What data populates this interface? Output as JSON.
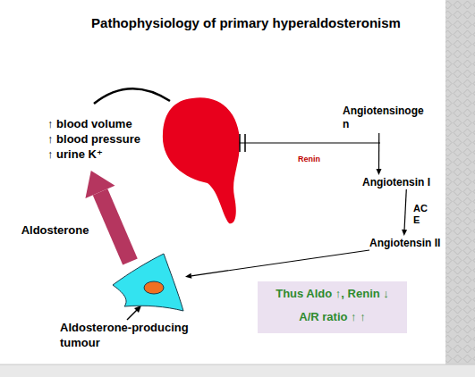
{
  "diagram": {
    "title": "Pathophysiology of primary hyperaldosteronism",
    "nodes": [
      {
        "text": [
          "↑ blood volume",
          "↑ blood pressure",
          "↑ urine K⁺"
        ]
      },
      {
        "text": [
          "Angiotensinogen"
        ]
      },
      {
        "text": [
          "Angiotensin I"
        ]
      },
      {
        "text": [
          "Angiotensin II"
        ]
      },
      {
        "text": [
          "Aldosterone-producing tumour"
        ]
      },
      {
        "text": [
          "Thus Aldo ↑, Renin ↓",
          "A/R ratio ↑ ↑"
        ]
      }
    ],
    "edges": [
      {
        "from": 1,
        "to": 2,
        "arrow": "to"
      },
      {
        "from": 2,
        "to": 3,
        "label": "ACE",
        "arrow": "to"
      },
      {
        "from": 3,
        "to": 4,
        "arrow": "to"
      },
      {
        "from": 4,
        "to": 0,
        "label": "Aldosterone",
        "arrow": "to"
      }
    ],
    "labels": [
      "Renin"
    ]
  }
}
